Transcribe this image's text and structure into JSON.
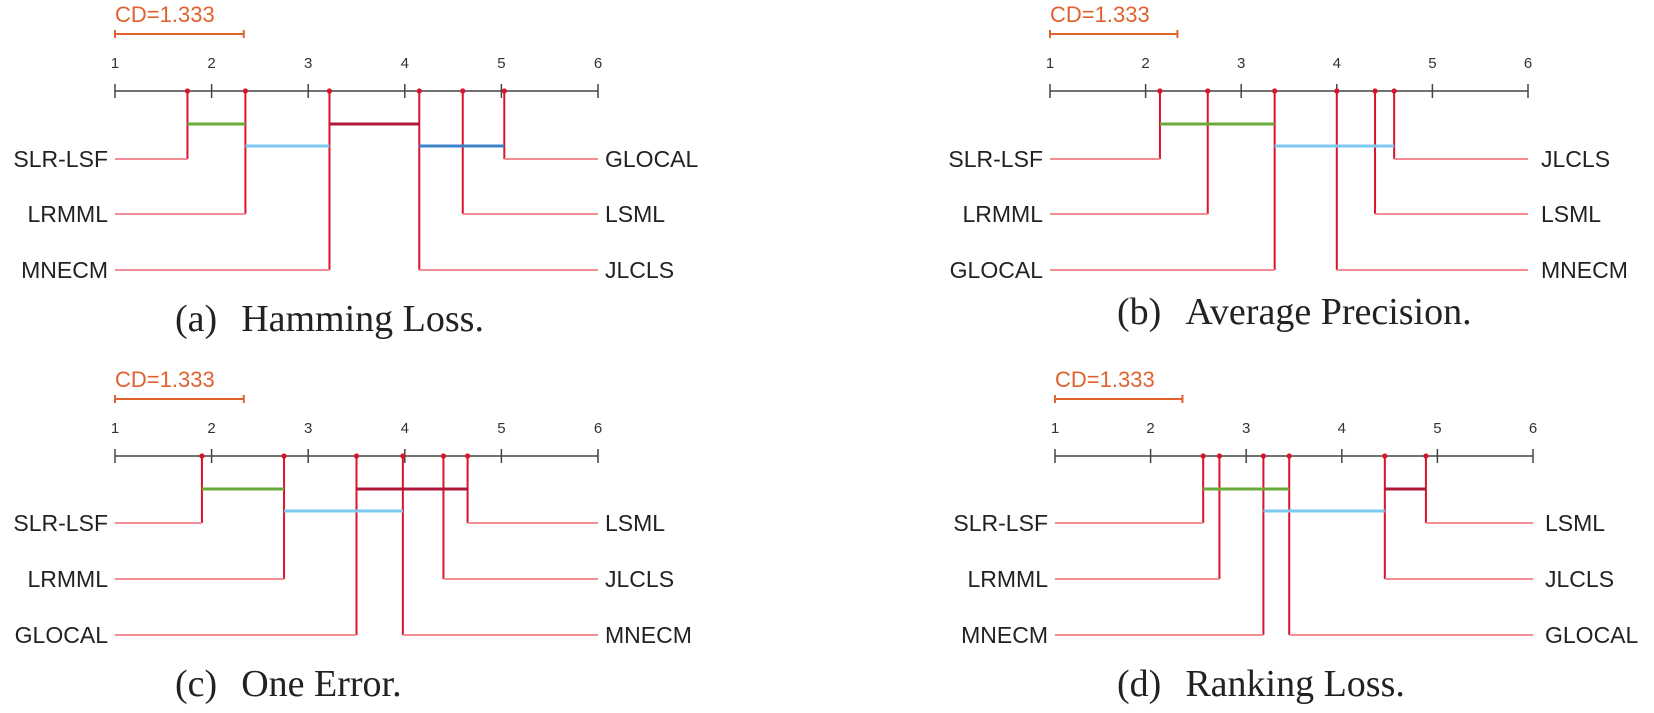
{
  "chart_data": [
    {
      "type": "critical-difference-diagram",
      "cd_label": "CD=1.333",
      "cd": 1.333,
      "axis": {
        "ticks": [
          "1",
          "2",
          "3",
          "4",
          "5",
          "6"
        ],
        "range": [
          1,
          6
        ]
      },
      "caption_prefix": "(a)",
      "caption": "Hamming Loss.",
      "left_methods": [
        {
          "name": "SLR-LSF",
          "rank": 1.75
        },
        {
          "name": "LRMML",
          "rank": 2.35
        },
        {
          "name": "MNECM",
          "rank": 3.22
        }
      ],
      "right_methods": [
        {
          "name": "GLOCAL",
          "rank": 5.03
        },
        {
          "name": "LSML",
          "rank": 4.6
        },
        {
          "name": "JLCLS",
          "rank": 4.15
        }
      ],
      "groups": [
        {
          "from": 1.75,
          "to": 2.35,
          "color": "#6aaa3a"
        },
        {
          "from": 2.35,
          "to": 3.22,
          "color": "#7ec8f0"
        },
        {
          "from": 3.22,
          "to": 4.15,
          "color": "#b0183a"
        },
        {
          "from": 4.15,
          "to": 5.03,
          "color": "#3b82c8"
        }
      ]
    },
    {
      "type": "critical-difference-diagram",
      "cd_label": "CD=1.333",
      "cd": 1.333,
      "axis": {
        "ticks": [
          "1",
          "2",
          "3",
          "4",
          "5",
          "6"
        ],
        "range": [
          1,
          6
        ]
      },
      "caption_prefix": "(b)",
      "caption": "Average Precision.",
      "left_methods": [
        {
          "name": "SLR-LSF",
          "rank": 2.15
        },
        {
          "name": "LRMML",
          "rank": 2.65
        },
        {
          "name": "GLOCAL",
          "rank": 3.35
        }
      ],
      "right_methods": [
        {
          "name": "JLCLS",
          "rank": 4.6
        },
        {
          "name": "LSML",
          "rank": 4.4
        },
        {
          "name": "MNECM",
          "rank": 4.0
        }
      ],
      "groups": [
        {
          "from": 2.15,
          "to": 3.35,
          "color": "#6aaa3a"
        },
        {
          "from": 3.35,
          "to": 4.6,
          "color": "#7ec8f0"
        }
      ]
    },
    {
      "type": "critical-difference-diagram",
      "cd_label": "CD=1.333",
      "cd": 1.333,
      "axis": {
        "ticks": [
          "1",
          "2",
          "3",
          "4",
          "5",
          "6"
        ],
        "range": [
          1,
          6
        ]
      },
      "caption_prefix": "(c)",
      "caption": "One Error.",
      "left_methods": [
        {
          "name": "SLR-LSF",
          "rank": 1.9
        },
        {
          "name": "LRMML",
          "rank": 2.75
        },
        {
          "name": "GLOCAL",
          "rank": 3.5
        }
      ],
      "right_methods": [
        {
          "name": "LSML",
          "rank": 4.65
        },
        {
          "name": "JLCLS",
          "rank": 4.4
        },
        {
          "name": "MNECM",
          "rank": 3.98
        }
      ],
      "groups": [
        {
          "from": 1.9,
          "to": 2.75,
          "color": "#6aaa3a"
        },
        {
          "from": 2.75,
          "to": 3.98,
          "color": "#7ec8f0"
        },
        {
          "from": 3.5,
          "to": 4.65,
          "color": "#b0183a"
        }
      ]
    },
    {
      "type": "critical-difference-diagram",
      "cd_label": "CD=1.333",
      "cd": 1.333,
      "axis": {
        "ticks": [
          "1",
          "2",
          "3",
          "4",
          "5",
          "6"
        ],
        "range": [
          1,
          6
        ]
      },
      "caption_prefix": "(d)",
      "caption": "Ranking Loss.",
      "left_methods": [
        {
          "name": "SLR-LSF",
          "rank": 2.55
        },
        {
          "name": "LRMML",
          "rank": 2.72
        },
        {
          "name": "MNECM",
          "rank": 3.18
        }
      ],
      "right_methods": [
        {
          "name": "LSML",
          "rank": 4.88
        },
        {
          "name": "JLCLS",
          "rank": 4.45
        },
        {
          "name": "GLOCAL",
          "rank": 3.45
        }
      ],
      "groups": [
        {
          "from": 2.55,
          "to": 3.45,
          "color": "#6aaa3a"
        },
        {
          "from": 3.18,
          "to": 4.45,
          "color": "#7ec8f0"
        },
        {
          "from": 4.45,
          "to": 4.88,
          "color": "#b0183a"
        }
      ]
    }
  ]
}
